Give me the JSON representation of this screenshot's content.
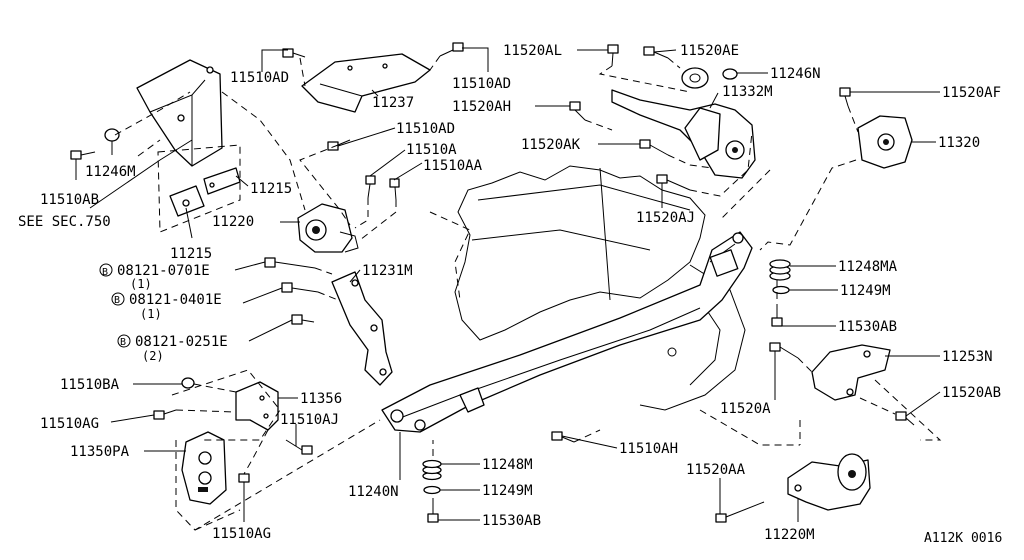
{
  "labels": {
    "p11510AD_a": "11510AD",
    "p11237": "11237",
    "p11510AD_b": "11510AD",
    "p11510AD_c": "11510AD",
    "p11246M_a": "11246M",
    "p11510AB": "11510AB",
    "see_sec": "SEE SEC.750",
    "p11215_a": "11215",
    "p11215_b": "11215",
    "p11220": "11220",
    "p11510A": "11510A",
    "p11510AA": "11510AA",
    "p11231M": "11231M",
    "bolt1": "08121-0701E",
    "bolt1_qty": "(1)",
    "bolt2": "08121-0401E",
    "bolt2_qty": "(1)",
    "bolt3": "08121-0251E",
    "bolt3_qty": "(2)",
    "bolt_prefix": "B",
    "p11520AL": "11520AL",
    "p11520AE": "11520AE",
    "p11246M_b": "11246N",
    "p11332M": "11332M",
    "p11520AH": "11520AH",
    "p11520AK": "11520AK",
    "p11520AF": "11520AF",
    "p11320": "11320",
    "p11520AJ": "11520AJ",
    "p11248MA": "11248MA",
    "p11249M_a": "11249M",
    "p11530AB_a": "11530AB",
    "p11253N": "11253N",
    "p11520A": "11520A",
    "p11520AB": "11520AB",
    "p11510BA": "11510BA",
    "p11356": "11356",
    "p11510AG_a": "11510AG",
    "p11510AJ": "11510AJ",
    "p11350PA": "11350PA",
    "p11510AG_b": "11510AG",
    "p11510AH": "11510AH",
    "p11248M": "11248M",
    "p11249M_b": "11249M",
    "p11240N": "11240N",
    "p11530AB_b": "11530AB",
    "p11520AA": "11520AA",
    "p11220M": "11220M",
    "ref_code": "A112K 0016"
  }
}
